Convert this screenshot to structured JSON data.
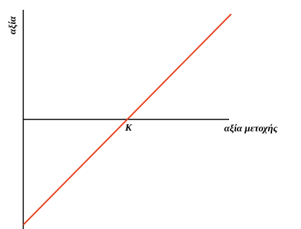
{
  "chart_data": {
    "type": "line",
    "title": "",
    "xlabel": "αξία μετοχής",
    "ylabel": "αξία",
    "series": [
      {
        "x": [
          0,
          1.0
        ],
        "y": [
          -1.0,
          1.0
        ],
        "color": "#e8401c"
      }
    ],
    "annotations": [
      {
        "text": "K",
        "x": 0.5,
        "y": 0
      }
    ],
    "xlim": [
      0,
      1.0
    ],
    "ylim": [
      -1.0,
      1.0
    ],
    "grid": false,
    "legend": "none",
    "axis_color": "#000000"
  }
}
